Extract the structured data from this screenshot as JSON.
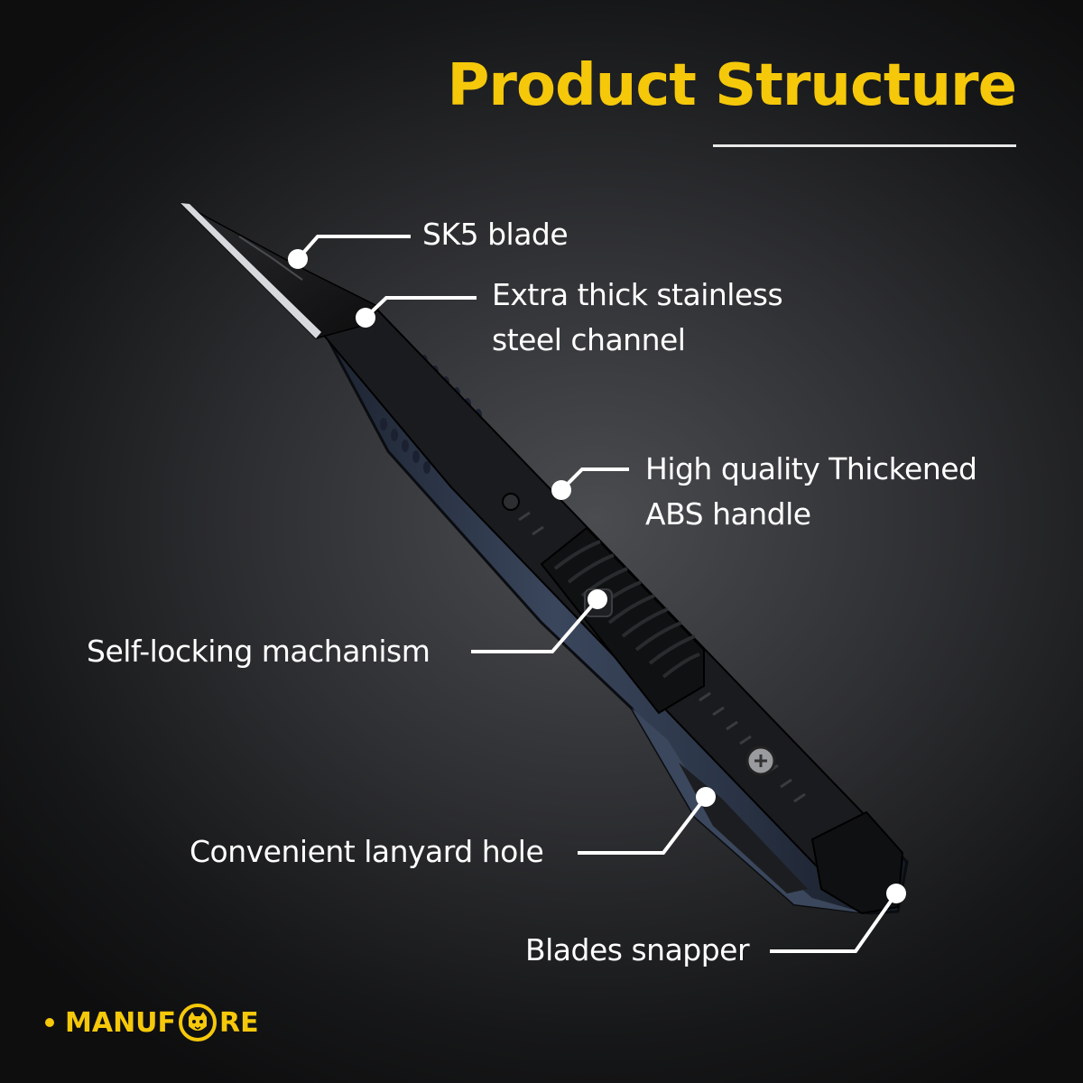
{
  "title": "Product Structure",
  "callouts": {
    "sk5_blade": "SK5 blade",
    "steel_channel_line1": "Extra thick stainless",
    "steel_channel_line2": "steel channel",
    "abs_handle_line1": "High quality Thickened",
    "abs_handle_line2": "ABS handle",
    "self_locking": "Self-locking machanism",
    "lanyard_hole": "Convenient lanyard hole",
    "blades_snapper": "Blades snapper"
  },
  "brand": {
    "name_left": "MANUF",
    "name_right": "RE",
    "logo_icon": "tiger-seal-icon"
  },
  "colors": {
    "accent": "#f5c80a",
    "text": "#ffffff",
    "handle": "#2f3a4e",
    "blade": "#1a1a1c"
  }
}
